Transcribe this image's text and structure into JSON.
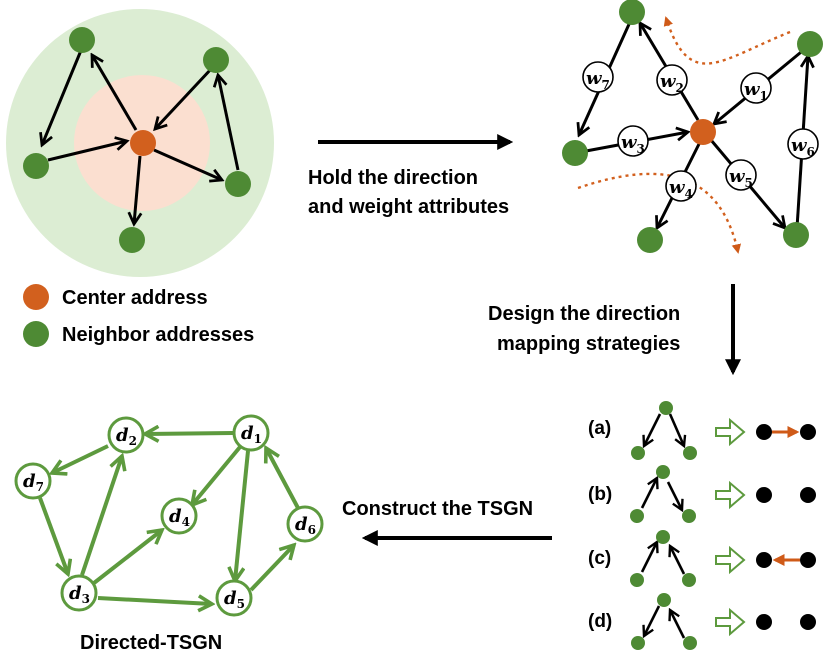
{
  "labels": {
    "hold_line1": "Hold the direction",
    "hold_line2": "and weight attributes",
    "design_line1": "Design the direction",
    "design_line2": "mapping strategies",
    "construct": "Construct the TSGN",
    "directed_tsgn": "Directed-TSGN",
    "legend_center": "Center address",
    "legend_neighbor": "Neighbor addresses"
  },
  "weights": [
    {
      "base": "w",
      "sub": "1"
    },
    {
      "base": "w",
      "sub": "2"
    },
    {
      "base": "w",
      "sub": "3"
    },
    {
      "base": "w",
      "sub": "4"
    },
    {
      "base": "w",
      "sub": "5"
    },
    {
      "base": "w",
      "sub": "6"
    },
    {
      "base": "w",
      "sub": "7"
    }
  ],
  "strategies": [
    "(a)",
    "(b)",
    "(c)",
    "(d)"
  ],
  "tsgn_nodes": [
    {
      "base": "d",
      "sub": "1"
    },
    {
      "base": "d",
      "sub": "2"
    },
    {
      "base": "d",
      "sub": "3"
    },
    {
      "base": "d",
      "sub": "4"
    },
    {
      "base": "d",
      "sub": "5"
    },
    {
      "base": "d",
      "sub": "6"
    },
    {
      "base": "d",
      "sub": "7"
    }
  ],
  "colors": {
    "center": "#d2601e",
    "neighbor": "#4e8a34",
    "outer_disc": "#dcedd3",
    "inner_disc": "#fbdfd0",
    "tsgn_green": "#5d9a3e",
    "strategy_arrow": "#cf5a18"
  }
}
